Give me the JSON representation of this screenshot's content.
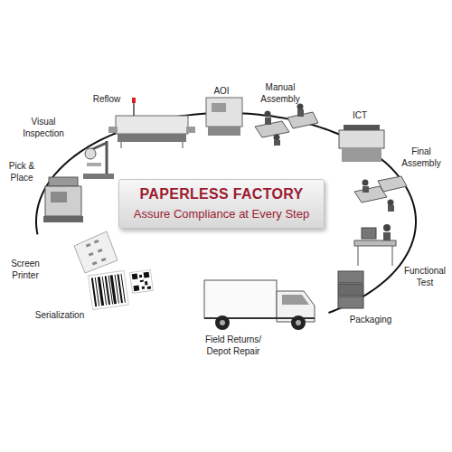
{
  "diagram": {
    "nodes": [
      {
        "text": [
          "PAPERLESS FACTORY",
          "Assure Compliance at Every Step"
        ]
      }
    ],
    "labels": [
      "Serialization",
      "Screen Printer",
      "Pick & Place",
      "Visual Inspection",
      "Reflow",
      "AOI",
      "Manual Assembly",
      "ICT",
      "Final Assembly",
      "Functional Test",
      "Packaging",
      "Field Returns/ Depot Repair"
    ]
  }
}
